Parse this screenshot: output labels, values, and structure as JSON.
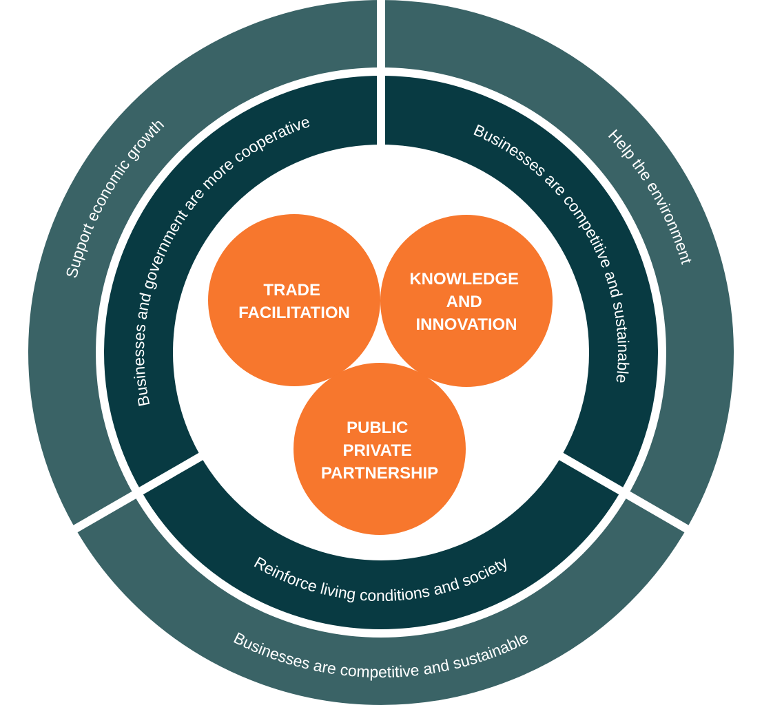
{
  "colors": {
    "outer_ring": "#3a6366",
    "inner_ring": "#083a42",
    "core": "#f7772d",
    "text": "#ffffff"
  },
  "outer_ring": {
    "left": "Support economic growth",
    "right": "Help the environment",
    "bottom": "Businesses are competitive and sustainable"
  },
  "inner_ring": {
    "left": "Businesses and government are more cooperative",
    "right": "Businesses are competitive and sustainable",
    "bottom": "Reinforce living conditions and society"
  },
  "core": {
    "trade": [
      "TRADE",
      "FACILITATION"
    ],
    "knowledge": [
      "KNOWLEDGE",
      "AND",
      "INNOVATION"
    ],
    "ppp": [
      "PUBLIC",
      "PRIVATE",
      "PARTNERSHIP"
    ]
  }
}
